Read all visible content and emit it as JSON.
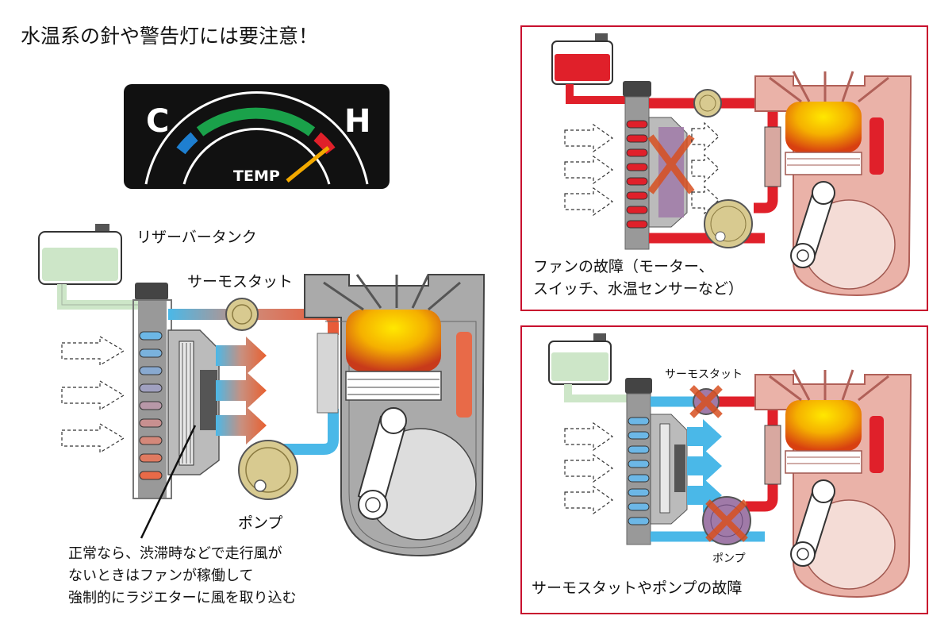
{
  "title": "水温系の針や警告灯には要注意！",
  "gauge": {
    "cold": "C",
    "hot": "H",
    "label": "TEMP"
  },
  "main": {
    "reservoir_label": "リザーバータンク",
    "thermostat_label": "サーモスタット",
    "pump_label": "ポンプ",
    "note_lines": [
      "正常なら、渋滞時などで走行風が",
      "ないときはファンが稼働して",
      "強制的にラジエターに風を取り込む"
    ]
  },
  "panel_fan": {
    "caption_lines": [
      "ファンの故障（モーター、",
      "スイッチ、水温センサーなど）"
    ]
  },
  "panel_pump": {
    "thermostat_label": "サーモスタット",
    "pump_label": "ポンプ",
    "caption": "サーモスタットやポンプの故障"
  },
  "colors": {
    "frame_red": "#c8102e",
    "hot_red": "#e0202a",
    "cool_blue": "#4ab8e8",
    "coolant_green": "#cde6c8"
  }
}
